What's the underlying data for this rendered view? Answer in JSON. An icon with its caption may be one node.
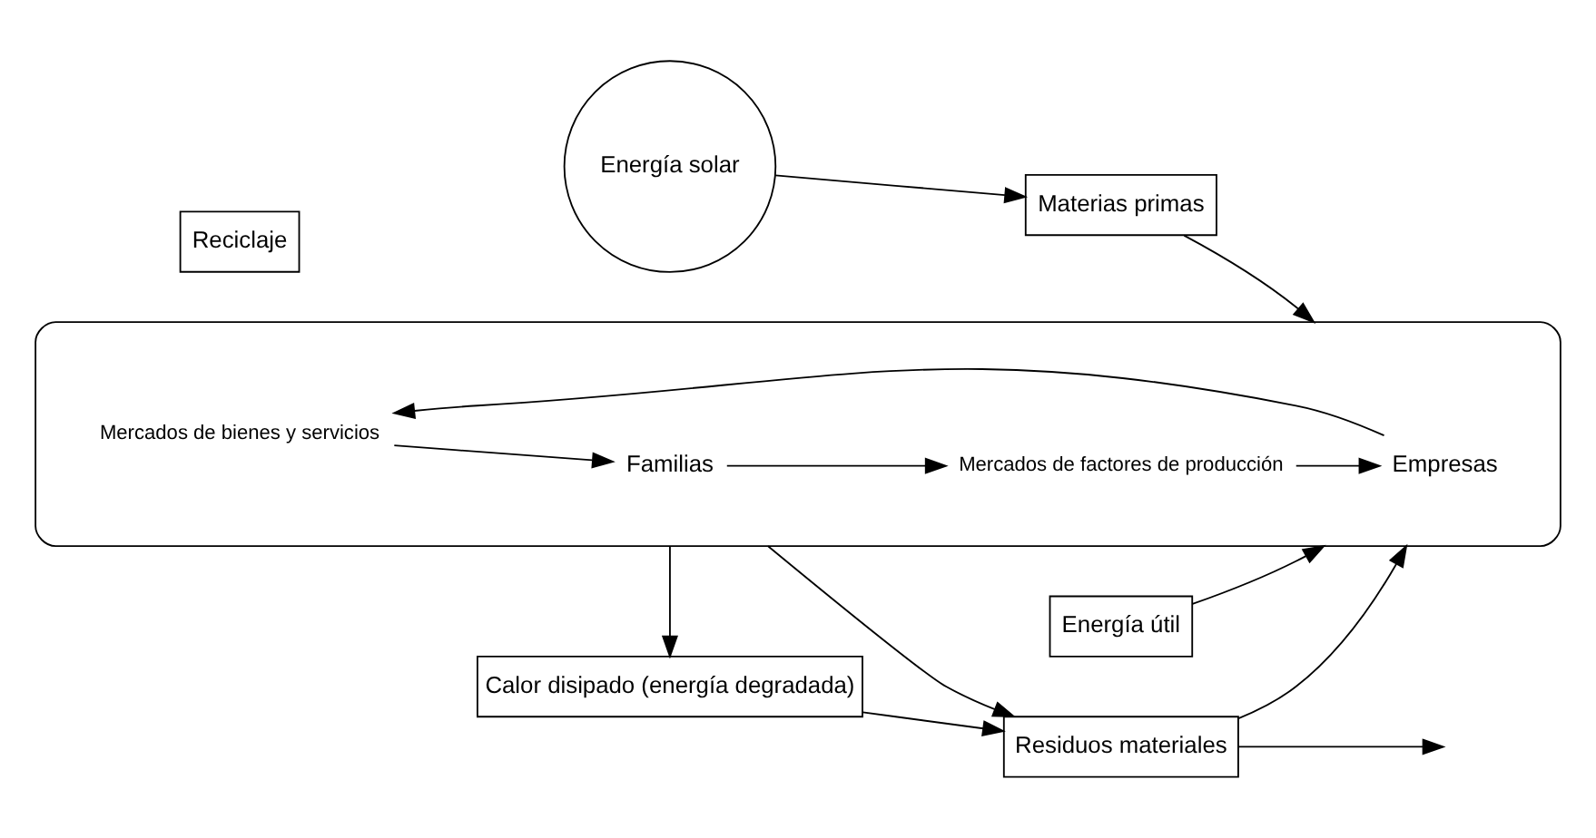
{
  "diagram": {
    "nodes": [
      {
        "text": [
          "Energía solar"
        ]
      },
      {
        "text": [
          "Reciclaje"
        ]
      },
      {
        "text": [
          "Residuos materiales"
        ]
      },
      {
        "text": [
          "Materias primas"
        ]
      },
      {
        "text": [],
        "shape": "ellipse"
      },
      {
        "text": [
          "Mercados de bienes y servicios"
        ],
        "in": 4
      },
      {
        "text": [
          "Empresas"
        ],
        "in": 4
      },
      {
        "text": [
          "Familias"
        ],
        "in": 4
      },
      {
        "text": [
          "Mercados de factores de producción"
        ],
        "in": 4
      },
      {
        "text": [
          "Energía útil"
        ]
      },
      {
        "text": [
          "Calor disipado (energía degradada)"
        ]
      }
    ],
    "edges": [
      {
        "from": 0,
        "to": 3,
        "arrow": "to"
      },
      {
        "from": 2,
        "to": 4,
        "arrow": "to"
      },
      {
        "from": 2,
        "to": null,
        "arrow": "to"
      },
      {
        "from": 3,
        "to": 4,
        "arrow": "to"
      },
      {
        "from": 9,
        "to": 4,
        "arrow": "to"
      },
      {
        "from": 6,
        "to": 5,
        "arrow": "to"
      },
      {
        "from": 5,
        "to": 7,
        "arrow": "to"
      },
      {
        "from": 7,
        "to": 8,
        "arrow": "to"
      },
      {
        "from": 8,
        "to": 6,
        "arrow": "to"
      },
      {
        "from": 4,
        "to": 2,
        "arrow": "to"
      },
      {
        "from": 4,
        "to": 10,
        "arrow": "to"
      },
      {
        "from": 10,
        "to": 2,
        "arrow": "to"
      }
    ]
  }
}
